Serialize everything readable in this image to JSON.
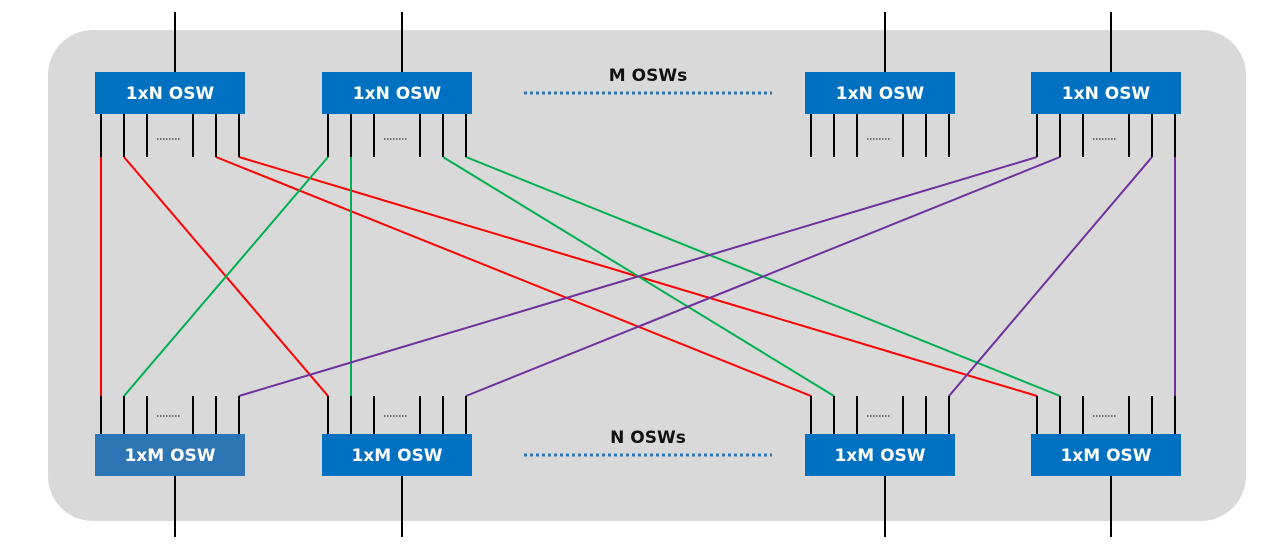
{
  "diagram": {
    "title": "",
    "colors": {
      "background_panel": "#d9d9d9",
      "switch_fill_top": "#0070c0",
      "switch_fill_bottom": "#2e75b6",
      "switch_text": "#ffffff",
      "port_line": "#000000",
      "dotted_separator": "#2e75b6",
      "red": "#ff0000",
      "green": "#00b050",
      "purple": "#7030a0"
    },
    "top_row": {
      "count_label": "M OSWs",
      "switches": [
        {
          "id": "t1",
          "label": "1xN OSW"
        },
        {
          "id": "t2",
          "label": "1xN OSW"
        },
        {
          "id": "t3",
          "label": "1xN OSW"
        },
        {
          "id": "t4",
          "label": "1xN OSW"
        }
      ]
    },
    "bottom_row": {
      "count_label": "N OSWs",
      "switches": [
        {
          "id": "b1",
          "label": "1xM OSW"
        },
        {
          "id": "b2",
          "label": "1xM OSW"
        },
        {
          "id": "b3",
          "label": "1xM OSW"
        },
        {
          "id": "b4",
          "label": "1xM OSW"
        }
      ]
    },
    "port_ellipsis": "........",
    "connections": [
      {
        "from": "t1",
        "from_port": 0,
        "to": "b1",
        "to_port": 0,
        "color": "red"
      },
      {
        "from": "t1",
        "from_port": 1,
        "to": "b2",
        "to_port": 0,
        "color": "red"
      },
      {
        "from": "t1",
        "from_port": 4,
        "to": "b3",
        "to_port": 0,
        "color": "red"
      },
      {
        "from": "t1",
        "from_port": 5,
        "to": "b4",
        "to_port": 0,
        "color": "red"
      },
      {
        "from": "t2",
        "from_port": 0,
        "to": "b1",
        "to_port": 1,
        "color": "green"
      },
      {
        "from": "t2",
        "from_port": 1,
        "to": "b2",
        "to_port": 1,
        "color": "green"
      },
      {
        "from": "t2",
        "from_port": 4,
        "to": "b3",
        "to_port": 1,
        "color": "green"
      },
      {
        "from": "t2",
        "from_port": 5,
        "to": "b4",
        "to_port": 1,
        "color": "green"
      },
      {
        "from": "t4",
        "from_port": 0,
        "to": "b1",
        "to_port": 5,
        "color": "purple"
      },
      {
        "from": "t4",
        "from_port": 1,
        "to": "b2",
        "to_port": 5,
        "color": "purple"
      },
      {
        "from": "t4",
        "from_port": 4,
        "to": "b3",
        "to_port": 5,
        "color": "purple"
      },
      {
        "from": "t4",
        "from_port": 5,
        "to": "b4",
        "to_port": 5,
        "color": "purple"
      }
    ]
  }
}
